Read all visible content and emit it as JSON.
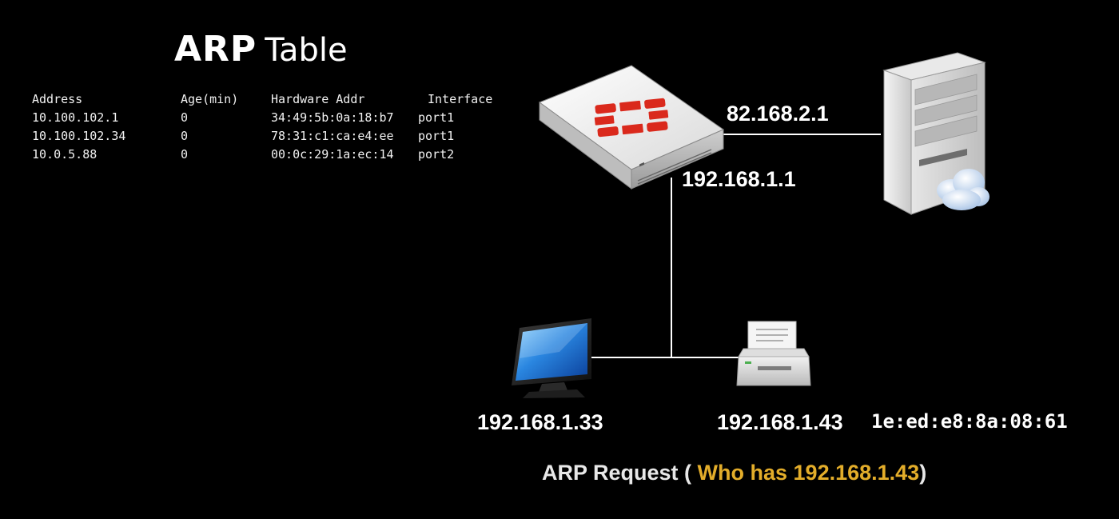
{
  "title": {
    "bold": "ARP",
    "light": "Table"
  },
  "arp_table": {
    "headers": [
      "Address",
      "Age(min)",
      "Hardware Addr",
      "Interface"
    ],
    "rows": [
      [
        "10.100.102.1",
        "0",
        "34:49:5b:0a:18:b7",
        "port1"
      ],
      [
        "10.100.102.34",
        "0",
        "78:31:c1:ca:e4:ee",
        "port1"
      ],
      [
        "10.0.5.88",
        "0",
        "00:0c:29:1a:ec:14",
        "port2"
      ]
    ]
  },
  "labels": {
    "wan_ip": "82.168.2.1",
    "lan_ip": "192.168.1.1",
    "pc_ip": "192.168.1.33",
    "printer_ip": "192.168.1.43",
    "printer_mac": "1e:ed:e8:8a:08:61"
  },
  "caption": {
    "prefix": "ARP Request (",
    "highlight": " Who has 192.168.1.43",
    "suffix": ")"
  },
  "colors": {
    "background": "#000000",
    "text": "#ffffff",
    "highlight": "#e3ad2a",
    "brand_red": "#da291c"
  },
  "icons": {
    "firewall": "firewall-appliance-icon",
    "server": "server-cloud-icon",
    "computer": "monitor-icon",
    "printer": "printer-icon"
  }
}
